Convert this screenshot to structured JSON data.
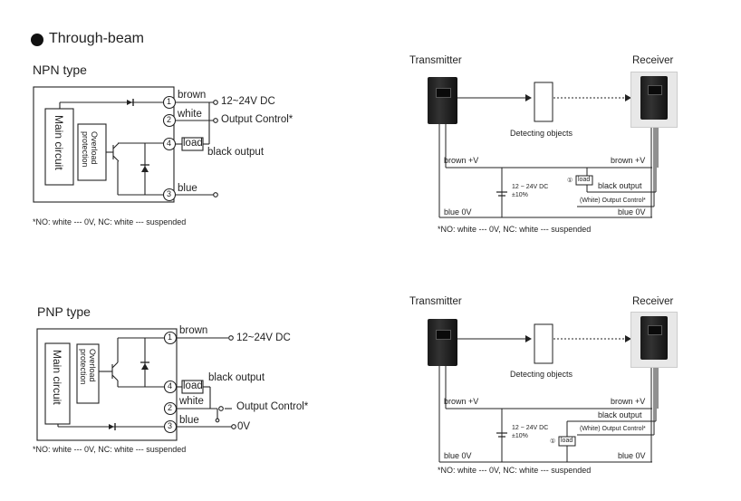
{
  "header": {
    "title": "Through-beam"
  },
  "npn": {
    "type_label": "NPN type",
    "main_circuit": "Main circuit",
    "overload": "Overload protection",
    "overload_l1": "Overload",
    "overload_l2": "protection",
    "pins": [
      "1",
      "2",
      "4",
      "3"
    ],
    "wires": {
      "brown": "brown",
      "white": "white",
      "blue": "blue"
    },
    "load": "load",
    "supply": "12~24V DC",
    "output_control": "Output Control*",
    "black_output": "black output",
    "note": "*NO: white --- 0V, NC: white --- suspended"
  },
  "pnp": {
    "type_label": "PNP type",
    "main_circuit": "Main circuit",
    "overload_l1": "Overload",
    "overload_l2": "protection",
    "pins": [
      "1",
      "4",
      "2",
      "3"
    ],
    "wires": {
      "brown": "brown",
      "white": "white",
      "blue": "blue"
    },
    "load": "load",
    "supply": "12~24V DC",
    "output_control": "Output Control*",
    "black_output": "black output",
    "zero_v": "0V",
    "note": "*NO: white --- 0V, NC: white --- suspended"
  },
  "wiring_top": {
    "transmitter": "Transmitter",
    "receiver": "Receiver",
    "detecting": "Detecting objects",
    "brown_left": "brown +V",
    "brown_right": "brown +V",
    "supply_l1": "12 ~ 24V DC",
    "supply_l2": "±10%",
    "load_num": "①",
    "load": "load",
    "black_output": "black output",
    "white_output": "(White) Output Control*",
    "blue_left": "blue 0V",
    "blue_right": "blue 0V",
    "note": "*NO: white --- 0V, NC: white --- suspended"
  },
  "wiring_bottom": {
    "transmitter": "Transmitter",
    "receiver": "Receiver",
    "detecting": "Detecting objects",
    "brown_left": "brown +V",
    "brown_right": "brown +V",
    "black_output": "black output",
    "white_output": "(White) Output Control*",
    "supply_l1": "12 ~ 24V DC",
    "supply_l2": "±10%",
    "load_num": "①",
    "load": "load",
    "blue_left": "blue 0V",
    "blue_right": "blue 0V",
    "note": "*NO: white --- 0V, NC: white --- suspended"
  }
}
